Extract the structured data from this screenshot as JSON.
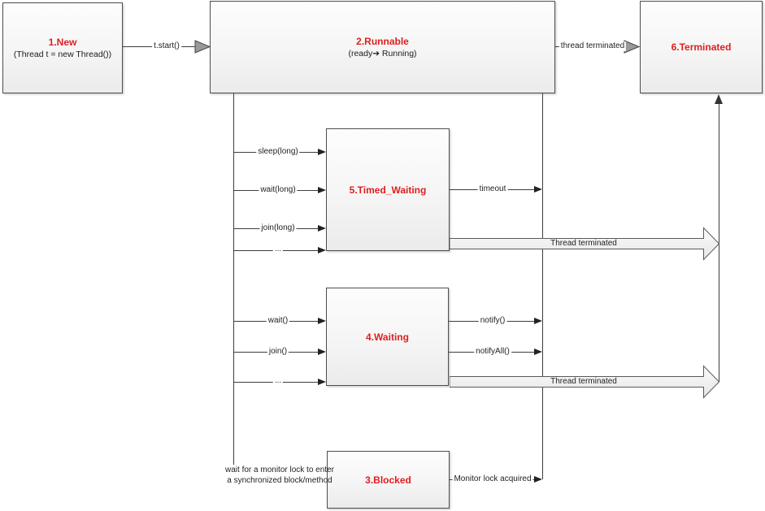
{
  "diagram": {
    "nodes": {
      "new": {
        "title": "1.New",
        "subtitle": "(Thread t = new Thread())"
      },
      "runnable": {
        "title": "2.Runnable",
        "subtitle": "(ready➔ Running)"
      },
      "blocked": {
        "title": "3.Blocked"
      },
      "waiting": {
        "title": "4.Waiting"
      },
      "timed_waiting": {
        "title": "5.Timed_Waiting"
      },
      "terminated": {
        "title": "6.Terminated"
      }
    },
    "labels": {
      "t_start": "t.start()",
      "thread_terminated_lower": "thread terminated",
      "sleep_long": "sleep(long)",
      "wait_long": "wait(long)",
      "join_long": "join(long)",
      "dots_timed": "...",
      "timeout": "timeout",
      "thread_terminated_timed": "Thread terminated",
      "wait": "wait()",
      "join": "join()",
      "dots_waiting": "...",
      "notify": "notify()",
      "notify_all": "notifyAll()",
      "thread_terminated_waiting": "Thread terminated",
      "monitor_lock_acquired": "Monitor lock acquired",
      "blocked_note_line1": "wait for a monitor lock to enter",
      "blocked_note_line2": "a synchronized block/method"
    },
    "colors": {
      "state_title": "#dd2020",
      "connector": "#3d3d3d",
      "box_border": "#4d4d4d",
      "box_fill_top": "#fdfdfd",
      "box_fill_bottom": "#ebebeb",
      "big_arrow_fill": "#f4f4f4",
      "gray_arrowhead_fill": "#999999"
    }
  }
}
